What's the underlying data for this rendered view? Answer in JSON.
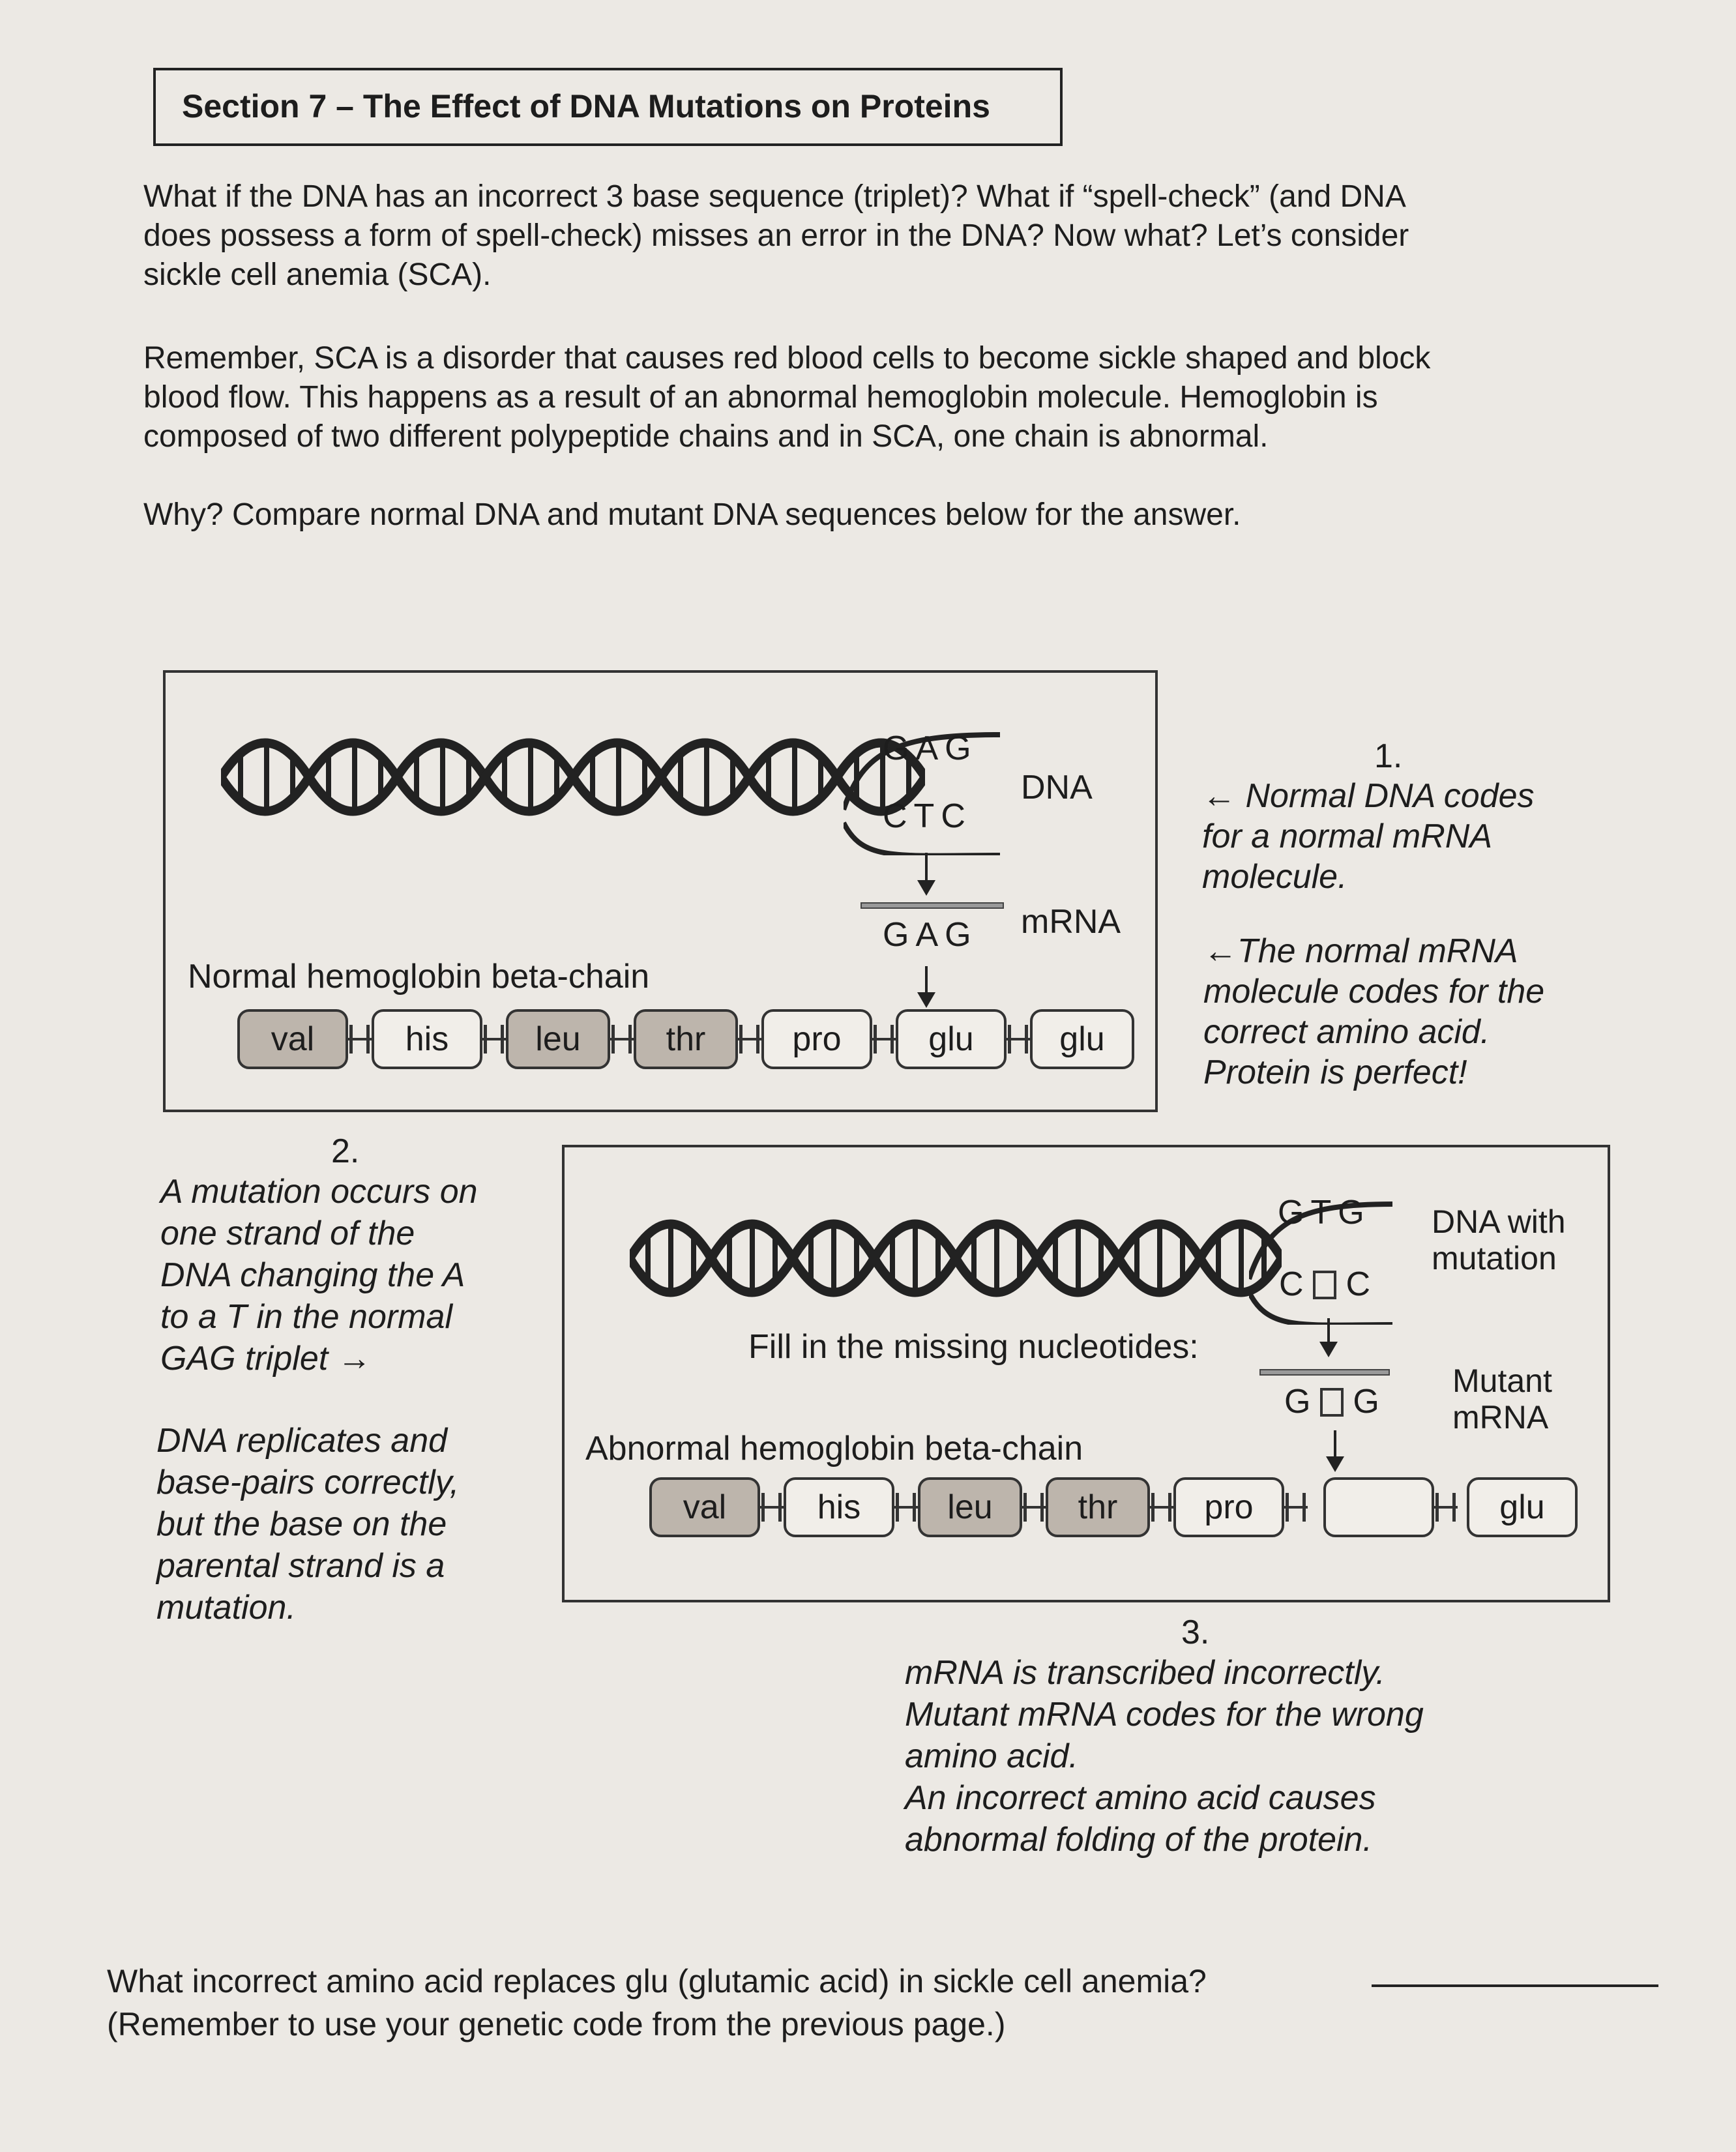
{
  "section_title": "Section 7 – The Effect of DNA Mutations on Proteins",
  "intro": {
    "p1": [
      "What if the DNA has an incorrect 3 base sequence (triplet)? What if “spell-check” (and DNA",
      "does possess a form of spell-check) misses an error in the DNA? Now what? Let’s consider",
      "sickle cell anemia (SCA)."
    ],
    "p2": [
      "Remember, SCA is a disorder that causes red blood cells to become sickle shaped and block",
      "blood flow. This happens as a result of an abnormal hemoglobin molecule. Hemoglobin is",
      "composed of two different polypeptide chains and in SCA, one chain is abnormal."
    ],
    "p3": "Why? Compare normal DNA and mutant DNA sequences below for the answer."
  },
  "normal": {
    "dna_top": "GAG",
    "dna_bottom": "CTC",
    "dna_label": "DNA",
    "mrna": "GAG",
    "mrna_label": "mRNA",
    "chain_label": "Normal hemoglobin beta-chain",
    "amino_acids": [
      "val",
      "his",
      "leu",
      "thr",
      "pro",
      "glu",
      "glu"
    ]
  },
  "note1": {
    "number": "1.",
    "lines": [
      "← Normal DNA codes",
      "for a normal mRNA",
      "molecule."
    ],
    "lines2": [
      "←The normal mRNA",
      "molecule codes for the",
      "correct amino acid.",
      "Protein is perfect!"
    ]
  },
  "note2": {
    "number": "2.",
    "lines": [
      "A mutation occurs on",
      "one strand of the",
      "DNA changing the A",
      "to a T in the normal",
      "GAG triplet →"
    ],
    "lines2": [
      "DNA replicates and",
      "base-pairs correctly,",
      "but the base on the",
      "parental strand is a",
      "mutation."
    ]
  },
  "mutant": {
    "dna_top": "GTG",
    "dna_bottom_left": "C",
    "dna_bottom_right": "C",
    "dna_label": [
      "DNA with",
      "mutation"
    ],
    "fill_prompt": "Fill in the missing nucleotides:",
    "mrna_left": "G",
    "mrna_right": "G",
    "mrna_label": [
      "Mutant",
      "mRNA"
    ],
    "chain_label": "Abnormal hemoglobin beta-chain",
    "amino_acids": [
      "val",
      "his",
      "leu",
      "thr",
      "pro",
      "",
      "glu"
    ]
  },
  "note3": {
    "number": "3.",
    "lines": [
      "mRNA is transcribed incorrectly.",
      "Mutant mRNA codes for the wrong",
      "amino acid.",
      "An incorrect amino acid causes",
      "abnormal folding of the protein."
    ]
  },
  "question": {
    "line1": "What incorrect amino acid replaces glu (glutamic acid) in sickle cell anemia?",
    "line2": "(Remember to use your genetic code from the previous page.)"
  }
}
